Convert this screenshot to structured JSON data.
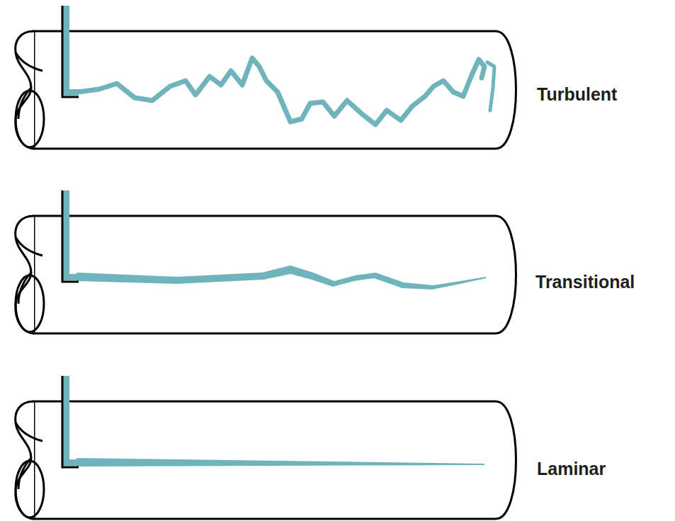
{
  "diagram": {
    "labels": [
      "Turbulent",
      "Transitional",
      "Laminar"
    ]
  }
}
